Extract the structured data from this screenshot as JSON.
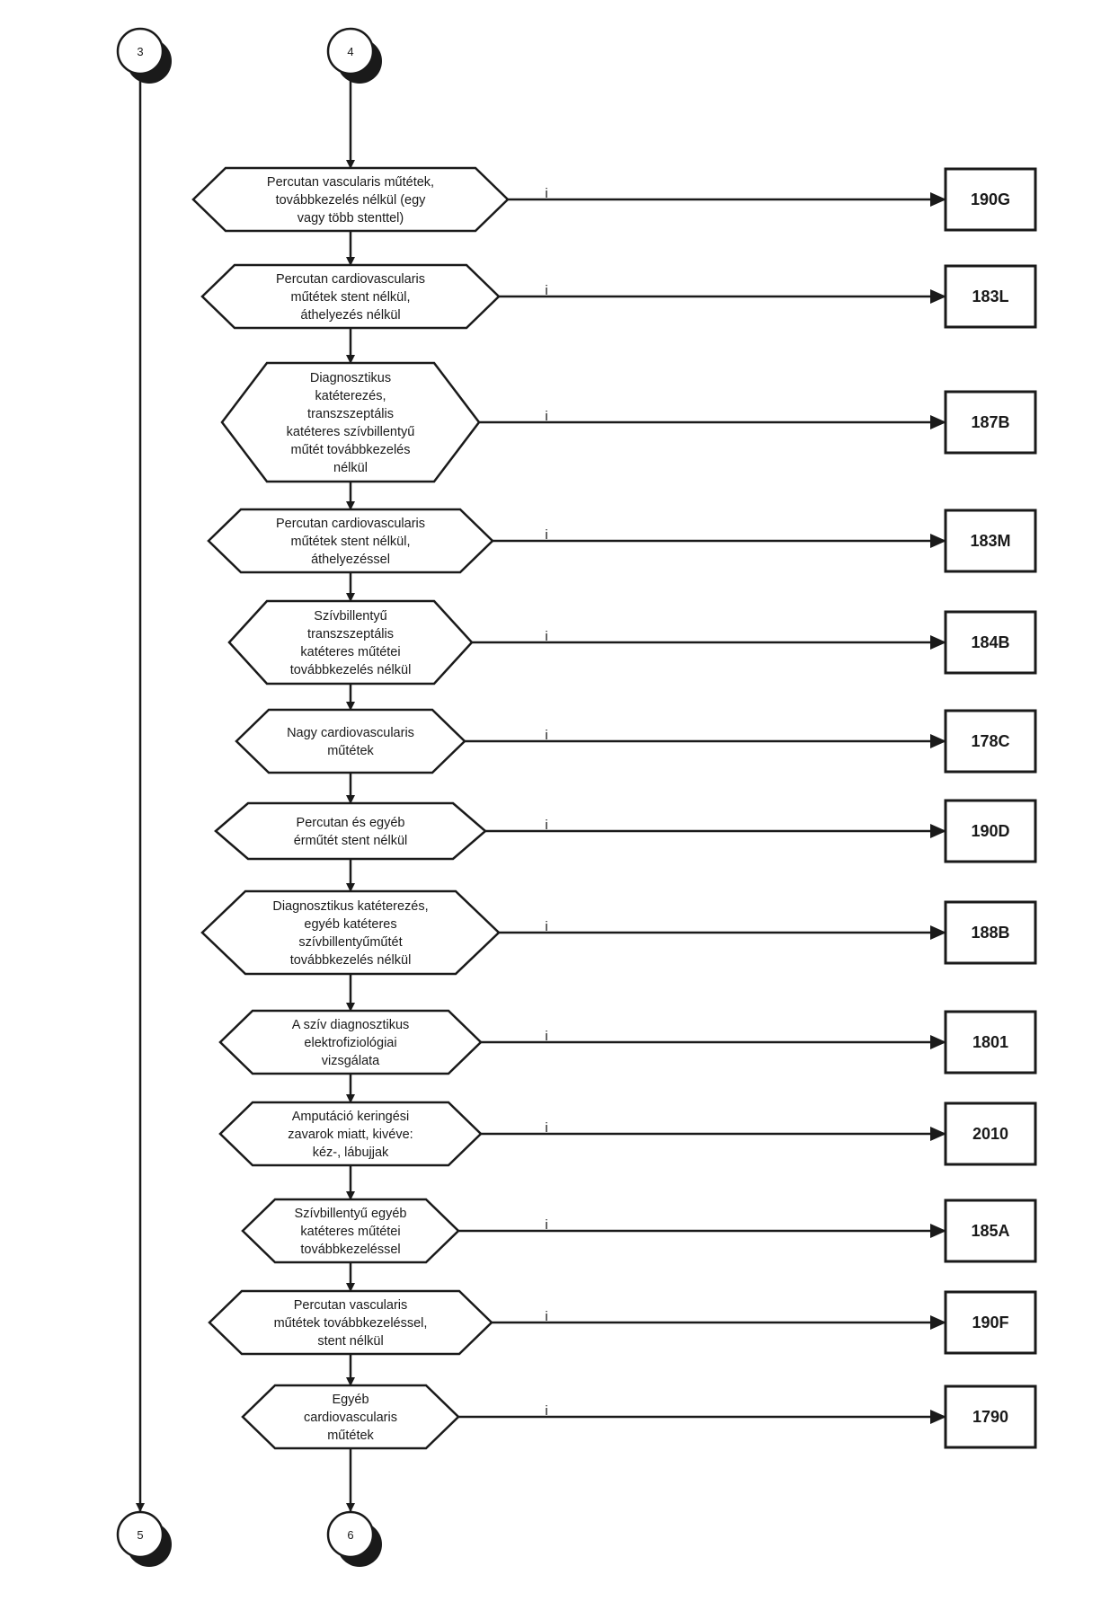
{
  "connectors": {
    "top_left": "3",
    "top_right": "4",
    "bottom_left": "5",
    "bottom_right": "6"
  },
  "branch_label": "i",
  "nodes": [
    {
      "lines": [
        "Percutan vascularis műtétek,",
        "továbbkezelés nélkül (egy",
        "vagy több stenttel)"
      ],
      "code": "190G"
    },
    {
      "lines": [
        "Percutan cardiovascularis",
        "műtétek stent nélkül,",
        "áthelyezés nélkül"
      ],
      "code": "183L"
    },
    {
      "lines": [
        "Diagnosztikus",
        "katéterezés,",
        "transzszeptális",
        "katéteres szívbillentyű",
        "műtét továbbkezelés",
        "nélkül"
      ],
      "code": "187B"
    },
    {
      "lines": [
        "Percutan cardiovascularis",
        "műtétek stent nélkül,",
        "áthelyezéssel"
      ],
      "code": "183M"
    },
    {
      "lines": [
        "Szívbillentyű",
        "transzszeptális",
        "katéteres műtétei",
        "továbbkezelés nélkül"
      ],
      "code": "184B"
    },
    {
      "lines": [
        "Nagy cardiovascularis",
        "műtétek"
      ],
      "code": "178C"
    },
    {
      "lines": [
        "Percutan és egyéb",
        "érműtét stent nélkül"
      ],
      "code": "190D"
    },
    {
      "lines": [
        "Diagnosztikus katéterezés,",
        "egyéb katéteres",
        "szívbillentyűműtét",
        "továbbkezelés nélkül"
      ],
      "code": "188B"
    },
    {
      "lines": [
        "A szív diagnosztikus",
        "elektrofiziológiai",
        "vizsgálata"
      ],
      "code": "1801"
    },
    {
      "lines": [
        "Amputáció keringési",
        "zavarok miatt, kivéve:",
        "kéz-, lábujjak"
      ],
      "code": "2010"
    },
    {
      "lines": [
        "Szívbillentyű egyéb",
        "katéteres műtétei",
        "továbbkezeléssel"
      ],
      "code": "185A"
    },
    {
      "lines": [
        "Percutan vascularis",
        "műtétek továbbkezeléssel,",
        "stent nélkül"
      ],
      "code": "190F"
    },
    {
      "lines": [
        "Egyéb",
        "cardiovascularis",
        "műtétek"
      ],
      "code": "1790"
    }
  ]
}
